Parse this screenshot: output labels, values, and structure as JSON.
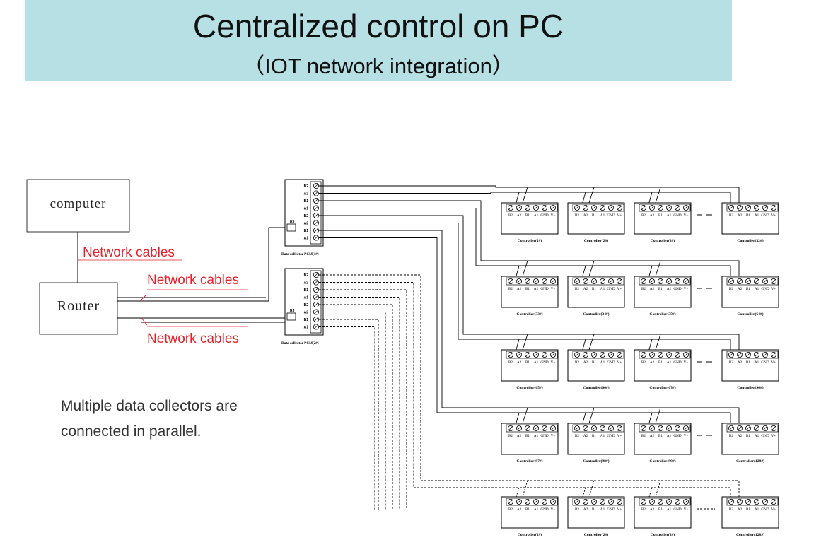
{
  "header": {
    "title": "Centralized control on PC",
    "subtitle": "（IOT network integration）"
  },
  "boxes": {
    "computer": "computer",
    "router": "Router"
  },
  "cable_labels": [
    "Network cables",
    "Network cables",
    "Network cables"
  ],
  "collectors": [
    {
      "label": "Data collector PCM(1#)",
      "port": "RJ"
    },
    {
      "label": "Data collector PCM(2#)",
      "port": "RJ"
    }
  ],
  "terminal_labels": [
    "B2",
    "A2",
    "B1",
    "A1",
    "GND",
    "V+"
  ],
  "collector_pin_labels": [
    "B2",
    "A2",
    "B1",
    "A1",
    "B2",
    "A2",
    "B1",
    "A1"
  ],
  "controller_rows": [
    [
      "Controller(1#)",
      "Controller(2#)",
      "Controller(3#)",
      "Controller(32#)"
    ],
    [
      "Controller(33#)",
      "Controller(34#)",
      "Controller(35#)",
      "Controller(64#)"
    ],
    [
      "Controller(65#)",
      "Controller(66#)",
      "Controller(67#)",
      "Controller(96#)"
    ],
    [
      "Controller(97#)",
      "Controller(98#)",
      "Controller(99#)",
      "Controller(128#)"
    ],
    [
      "Controller(1#)",
      "Controller(2#)",
      "Controller(3#)",
      "Controller(128#)"
    ]
  ],
  "note": {
    "line1": "Multiple data collectors are",
    "line2": "connected in parallel."
  },
  "colors": {
    "header_bg": "#b7e0e4",
    "cable_label": "#e8202a",
    "line": "#000000"
  }
}
